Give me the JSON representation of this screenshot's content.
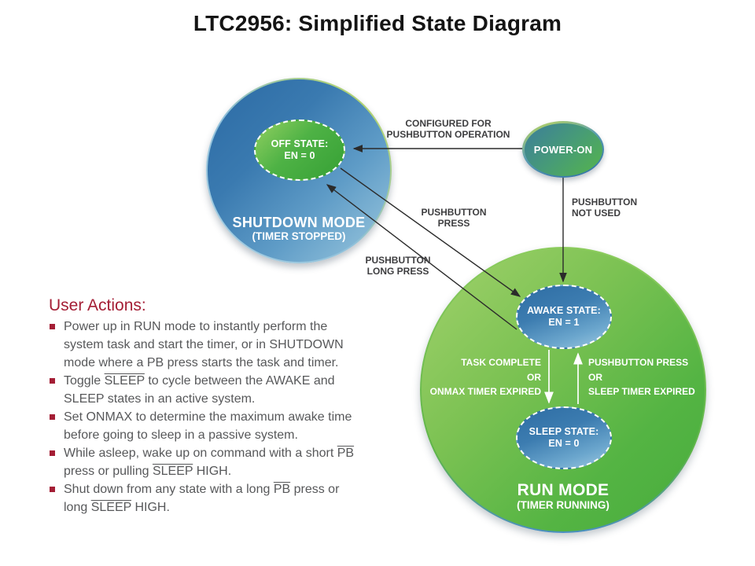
{
  "title": "LTC2956: Simplified State Diagram",
  "diagram": {
    "shutdown": {
      "label": "SHUTDOWN MODE",
      "sublabel": "(TIMER STOPPED)"
    },
    "run": {
      "label": "RUN MODE",
      "sublabel": "(TIMER RUNNING)"
    },
    "off_state": {
      "line1": "OFF STATE:",
      "line2": "EN = 0"
    },
    "awake_state": {
      "line1": "AWAKE STATE:",
      "line2": "EN = 1"
    },
    "sleep_state": {
      "line1": "SLEEP STATE:",
      "line2": "EN = 0"
    },
    "power_on": {
      "label": "POWER-ON"
    },
    "transitions": {
      "configured": {
        "line1": "CONFIGURED FOR",
        "line2": "PUSHBUTTON OPERATION"
      },
      "pb_not_used": {
        "line1": "PUSHBUTTON",
        "line2": "NOT USED"
      },
      "pb_press": {
        "line1": "PUSHBUTTON",
        "line2": "PRESS"
      },
      "pb_long_press": {
        "line1": "PUSHBUTTON",
        "line2": "LONG PRESS"
      },
      "awake_to_sleep": {
        "line1": "TASK COMPLETE",
        "line2": "OR",
        "line3": "ONMAX TIMER EXPIRED"
      },
      "sleep_to_awake": {
        "line1": "PUSHBUTTON PRESS",
        "line2": "OR",
        "line3": "SLEEP TIMER EXPIRED"
      }
    }
  },
  "user_actions": {
    "heading": "User Actions:",
    "bullets": [
      [
        {
          "text": "Power up in RUN mode to instantly perform the system task and start the timer, or in SHUTDOWN mode where a PB press starts the task and timer."
        }
      ],
      [
        {
          "text": "Toggle "
        },
        {
          "text": "SLEEP",
          "overline": true
        },
        {
          "text": " to cycle between the AWAKE and SLEEP states in an active system."
        }
      ],
      [
        {
          "text": "Set ONMAX to determine the maximum awake time before going to sleep in a passive system."
        }
      ],
      [
        {
          "text": "While asleep, wake up on command with a short "
        },
        {
          "text": "PB",
          "overline": true
        },
        {
          "text": " press or pulling "
        },
        {
          "text": "SLEEP",
          "overline": true
        },
        {
          "text": " HIGH."
        }
      ],
      [
        {
          "text": "Shut down from any state with a long "
        },
        {
          "text": "PB",
          "overline": true
        },
        {
          "text": " press or long "
        },
        {
          "text": "SLEEP",
          "overline": true
        },
        {
          "text": " HIGH."
        }
      ]
    ]
  },
  "colors": {
    "title_text": "#141414",
    "shutdown_blue_dark": "#2b6aa4",
    "shutdown_blue_light": "#9ecadf",
    "run_green_light": "#a2d26c",
    "run_green_dark": "#48ac3d",
    "off_state_green": "#4eb245",
    "state_blue": "#3c7cb0",
    "power_on_teal": "#479b77",
    "dark_label": "#3e3e40",
    "white_label": "#ffffff",
    "user_actions_accent": "#a41e35",
    "user_actions_text": "#57585a"
  }
}
